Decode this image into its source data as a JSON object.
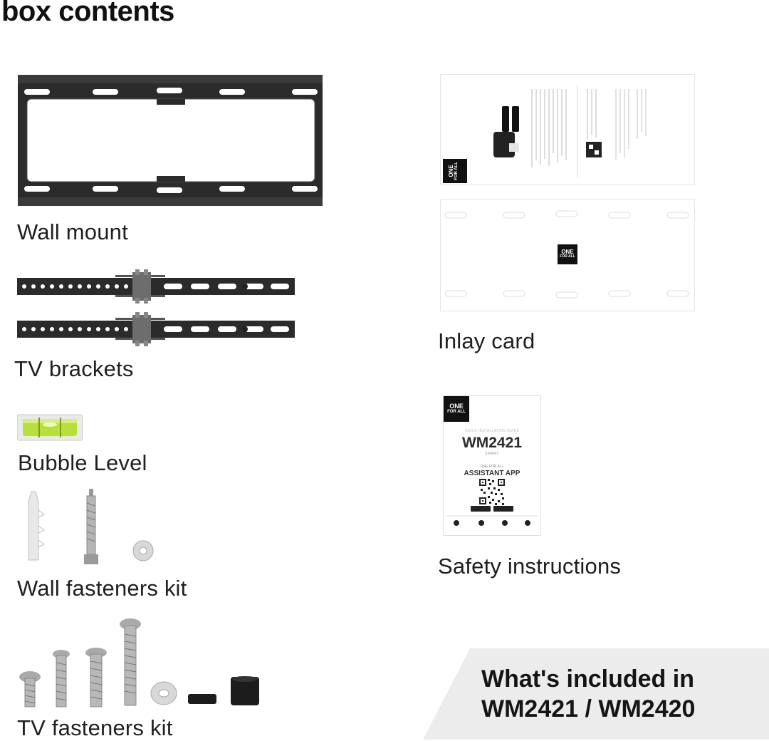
{
  "page": {
    "title": "box contents"
  },
  "items": {
    "wall_mount": "Wall mount",
    "tv_brackets": "TV brackets",
    "bubble_level": "Bubble Level",
    "wall_fasteners": "Wall fasteners kit",
    "tv_fasteners": "TV fasteners kit",
    "inlay_card": "Inlay card",
    "safety_instructions": "Safety instructions"
  },
  "booklet": {
    "logo_top": "ONE",
    "logo_bottom": "FOR ALL",
    "subtitle": "QUICK INSTALLATION GUIDE",
    "model": "WM2421",
    "variant": "SMART",
    "brand_small": "ONE FOR ALL",
    "app": "ASSISTANT APP"
  },
  "inlay_logo": {
    "top": "ONE",
    "bottom": "FOR ALL"
  },
  "banner": {
    "line1": "What's included in",
    "line2": "WM2421 / WM2420"
  },
  "colors": {
    "metal_black": "#2a2a2a",
    "banner_bg": "#ececec",
    "level_green": "#b7e03a"
  }
}
